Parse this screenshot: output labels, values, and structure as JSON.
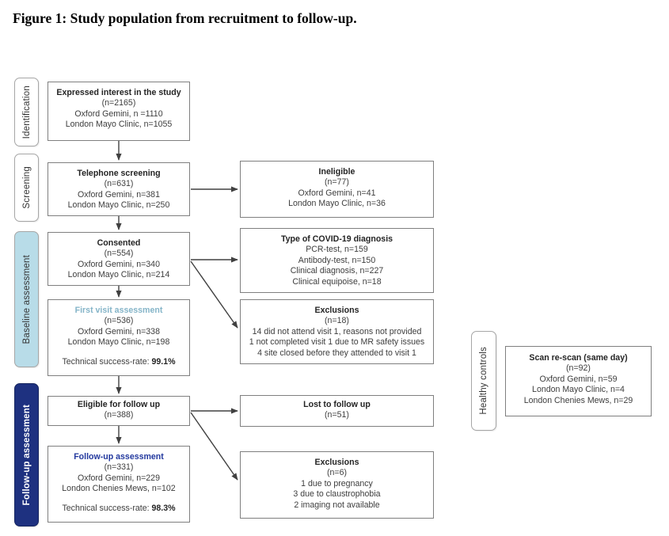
{
  "figure_title": "Figure 1: Study population from recruitment to follow-up.",
  "colors": {
    "baseline_stage_bg": "#b8dce8",
    "followup_stage_bg": "#1e3180",
    "first_visit_title": "#84b4c8",
    "followup_title": "#22389e",
    "box_border": "#7f7f7f",
    "arrow": "#404040"
  },
  "stage_labels": {
    "identification": "Identification",
    "screening": "Screening",
    "baseline": "Baseline assessment",
    "followup": "Follow-up assessment",
    "healthy": "Healthy controls"
  },
  "main_boxes": [
    {
      "title": "Expressed interest in the study",
      "lines": [
        "(n=2165)",
        "Oxford Gemini, n =1110",
        "London Mayo Clinic, n=1055"
      ]
    },
    {
      "title": "Telephone screening",
      "lines": [
        "(n=631)",
        "Oxford Gemini, n=381",
        "London Mayo Clinic, n=250"
      ]
    },
    {
      "title": "Consented",
      "lines": [
        "(n=554)",
        "Oxford Gemini, n=340",
        "London Mayo Clinic, n=214"
      ]
    },
    {
      "title": "First visit assessment",
      "lines": [
        "(n=536)",
        "Oxford Gemini, n=338",
        "London Mayo Clinic, n=198"
      ],
      "tech_label": "Technical success-rate: ",
      "tech_value": "99.1%"
    },
    {
      "title": "Eligible for follow up",
      "lines": [
        "(n=388)"
      ]
    },
    {
      "title": "Follow-up assessment",
      "lines": [
        "(n=331)",
        "Oxford Gemini, n=229",
        "London Chenies Mews, n=102"
      ],
      "tech_label": "Technical success-rate: ",
      "tech_value": "98.3%"
    }
  ],
  "side_boxes": [
    {
      "title": "Ineligible",
      "lines": [
        "(n=77)",
        "Oxford Gemini, n=41",
        "London Mayo Clinic, n=36"
      ]
    },
    {
      "title": "Type of COVID-19 diagnosis",
      "lines": [
        "PCR-test, n=159",
        "Antibody-test, n=150",
        "Clinical diagnosis, n=227",
        "Clinical equipoise, n=18"
      ]
    },
    {
      "title": "Exclusions",
      "lines": [
        "(n=18)",
        "14 did not attend visit 1, reasons not provided",
        "1 not completed visit 1 due to MR safety issues",
        "4 site closed before they attended to visit 1"
      ]
    },
    {
      "title": "Lost to follow up",
      "lines": [
        "(n=51)"
      ]
    },
    {
      "title": "Exclusions",
      "lines": [
        "(n=6)",
        "1 due to pregnancy",
        "3 due to claustrophobia",
        "2 imaging not available"
      ]
    }
  ],
  "healthy_box": {
    "title": "Scan re-scan (same day)",
    "lines": [
      "(n=92)",
      "Oxford Gemini, n=59",
      "London Mayo Clinic, n=4",
      "London Chenies Mews, n=29"
    ]
  }
}
